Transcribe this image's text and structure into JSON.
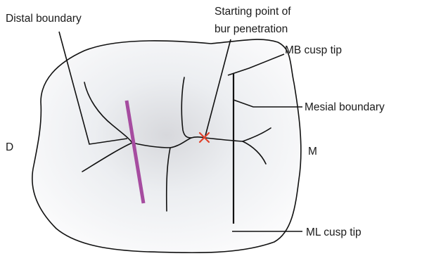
{
  "labels": {
    "distal_boundary": "Distal boundary",
    "starting_point_line1": "Starting point of",
    "starting_point_line2": "bur penetration",
    "mb_cusp_tip": "MB cusp tip",
    "mesial_boundary": "Mesial boundary",
    "ml_cusp_tip": "ML cusp tip",
    "distal_side": "D",
    "mesial_side": "M"
  },
  "colors": {
    "distal_boundary_marker": "#a64ca0",
    "penetration_point_marker": "#e0412a",
    "outline": "#111111"
  },
  "markers": {
    "penetration_point": "x-mark-icon"
  }
}
